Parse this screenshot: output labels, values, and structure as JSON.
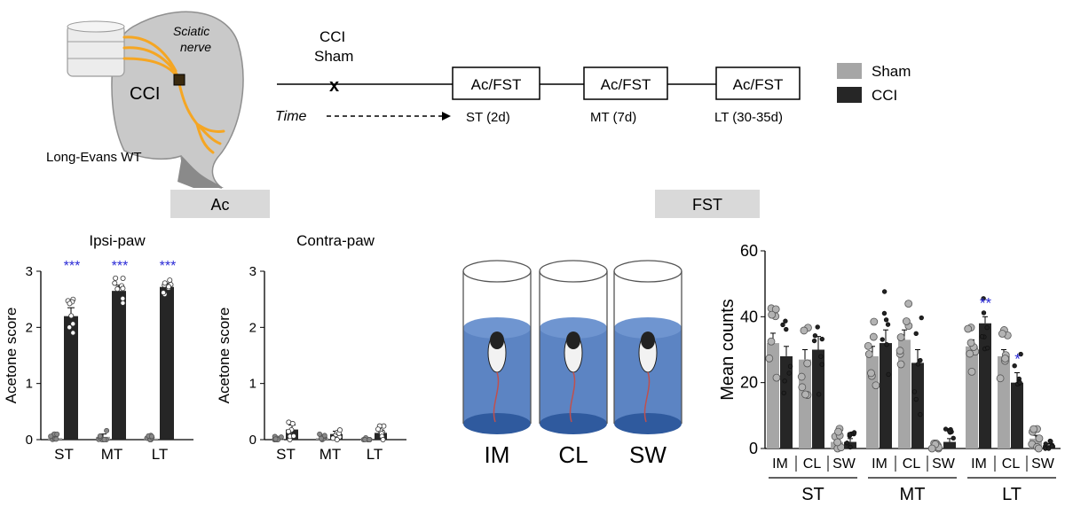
{
  "schematic": {
    "nerve_label": "Sciatic nerve",
    "nerve_label_line1": "Sciatic",
    "nerve_label_line2": "nerve",
    "injury_label": "CCI",
    "strain_label": "Long-Evans WT",
    "surgery_label_1": "CCI",
    "surgery_label_2": "Sham",
    "time_label": "Time",
    "test_box_label": "Ac/FST",
    "timepoints": [
      "ST (2d)",
      "MT (7d)",
      "LT (30-35d)"
    ]
  },
  "legend": {
    "items": [
      {
        "label": "Sham",
        "color": "#a6a6a6"
      },
      {
        "label": "CCI",
        "color": "#262626"
      }
    ]
  },
  "section_tabs": [
    "Ac",
    "FST"
  ],
  "tank_labels": [
    "IM",
    "CL",
    "SW"
  ],
  "colors": {
    "sham": "#a6a6a6",
    "cci": "#262626",
    "significance": "#2b2bd6",
    "water": "#3f6fb8",
    "nerve": "#f5a623"
  },
  "chart_data": [
    {
      "type": "bar",
      "title": "Ipsi-paw",
      "ylabel": "Acetone score",
      "categories": [
        "ST",
        "MT",
        "LT"
      ],
      "ylim": [
        0,
        3
      ],
      "yticks": [
        0,
        1,
        2,
        3
      ],
      "series": [
        {
          "name": "Sham",
          "values": [
            0.03,
            0.05,
            0.02
          ],
          "errors": [
            0.03,
            0.05,
            0.02
          ]
        },
        {
          "name": "CCI",
          "values": [
            2.2,
            2.65,
            2.72
          ],
          "errors": [
            0.15,
            0.1,
            0.06
          ]
        }
      ],
      "annotations": [
        "***",
        "***",
        "***"
      ]
    },
    {
      "type": "bar",
      "title": "Contra-paw",
      "ylabel": "Acetone score",
      "categories": [
        "ST",
        "MT",
        "LT"
      ],
      "ylim": [
        0,
        3
      ],
      "yticks": [
        0,
        1,
        2,
        3
      ],
      "series": [
        {
          "name": "Sham",
          "values": [
            0.0,
            0.03,
            0.0
          ],
          "errors": [
            0.0,
            0.03,
            0.0
          ]
        },
        {
          "name": "CCI",
          "values": [
            0.18,
            0.1,
            0.12
          ],
          "errors": [
            0.08,
            0.05,
            0.05
          ]
        }
      ]
    },
    {
      "type": "bar",
      "ylabel": "Mean counts",
      "groups": [
        "ST",
        "MT",
        "LT"
      ],
      "categories": [
        "IM",
        "CL",
        "SW"
      ],
      "ylim": [
        0,
        60
      ],
      "yticks": [
        0,
        20,
        40,
        60
      ],
      "series": [
        {
          "name": "Sham",
          "values": [
            [
              32,
              27,
              2
            ],
            [
              28,
              33,
              0.5
            ],
            [
              31,
              28,
              3
            ]
          ],
          "errors": [
            [
              3,
              3,
              1
            ],
            [
              3,
              3,
              0.3
            ],
            [
              2,
              2,
              1
            ]
          ]
        },
        {
          "name": "CCI",
          "values": [
            [
              28,
              30,
              2
            ],
            [
              32,
              26,
              2
            ],
            [
              38,
              20,
              1
            ]
          ],
          "errors": [
            [
              3,
              4,
              1
            ],
            [
              4,
              4,
              1
            ],
            [
              2,
              3,
              0.5
            ]
          ]
        }
      ],
      "annotations": [
        {
          "group": "LT",
          "category": "IM",
          "text": "**"
        },
        {
          "group": "LT",
          "category": "CL",
          "text": "*"
        }
      ]
    }
  ]
}
